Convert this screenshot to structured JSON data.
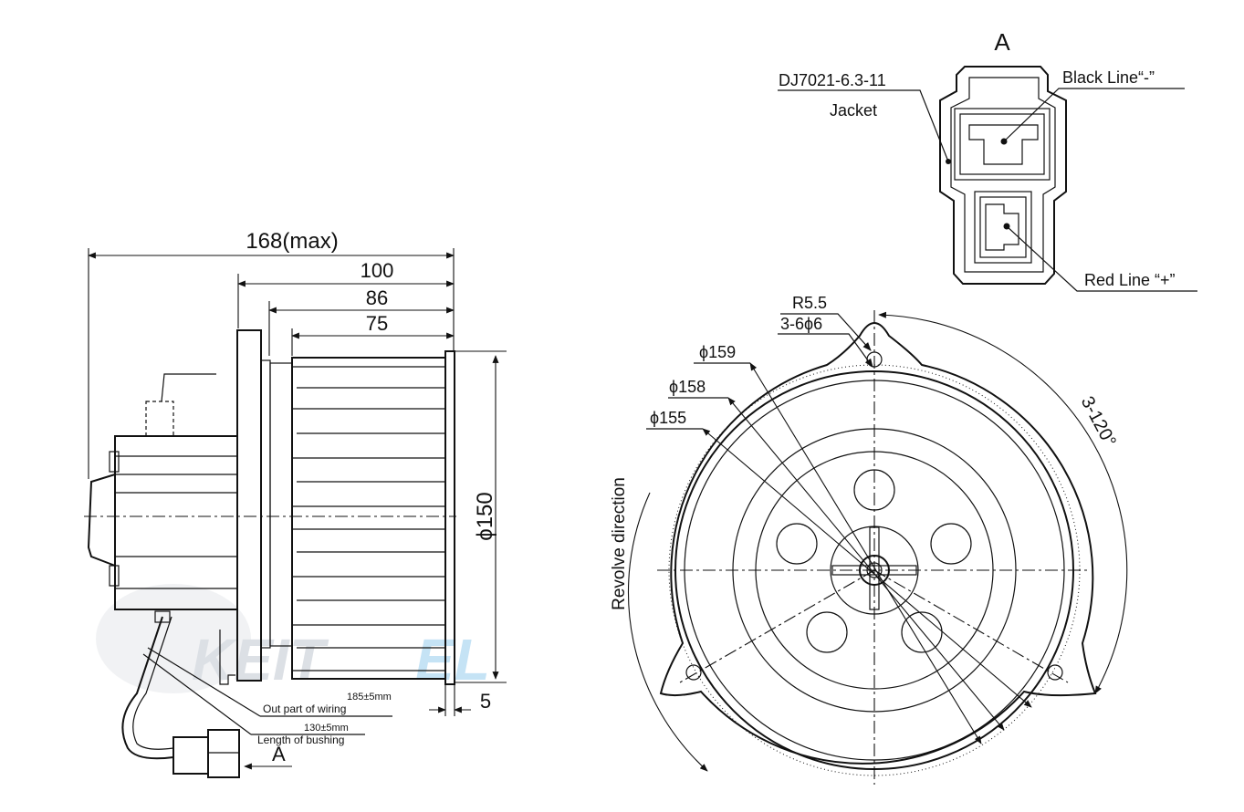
{
  "watermark": {
    "part1": "KEIT",
    "part2": "EL",
    "color1": "#d9dde3",
    "color2": "#bfe0f5"
  },
  "side_view": {
    "dim_overall": "168(max)",
    "dim_flange": "100",
    "dim_wheel_outer": "86",
    "dim_wheel": "75",
    "dim_diameter": "ϕ150",
    "dim_thickness": "5",
    "wire_out_value": "185±5mm",
    "wire_out_label": "Out part of wiring",
    "bushing_value": "130±5mm",
    "bushing_label": "Length of bushing",
    "view_marker": "A"
  },
  "connector": {
    "view_title": "A",
    "part_code": "DJ7021-6.3-11",
    "jacket_label": "Jacket",
    "black_line_label": "Black Line“-”",
    "red_line_label": "Red Line “+”"
  },
  "front_view": {
    "radius_label": "R5.5",
    "holes_label": "3-6ϕ6",
    "d159": "ϕ159",
    "d158": "ϕ158",
    "d155": "ϕ155",
    "angle_label": "3-120°",
    "revolve_label": "Revolve direction"
  }
}
